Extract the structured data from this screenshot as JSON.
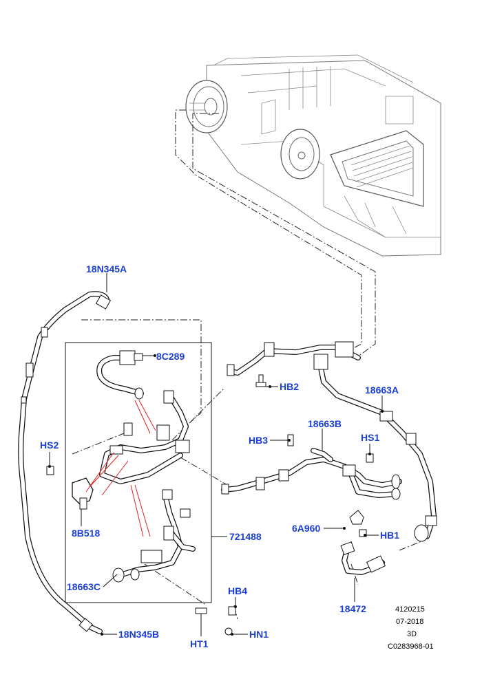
{
  "labels": {
    "p18N345A": "18N345A",
    "p8C289": "8C289",
    "pHB2": "HB2",
    "p18663A": "18663A",
    "p18663B": "18663B",
    "pHB3": "HB3",
    "pHS1": "HS1",
    "pHS2": "HS2",
    "p8B518": "8B518",
    "p721488": "721488",
    "p6A960": "6A960",
    "pHB1": "HB1",
    "p18663C": "18663C",
    "pHB4": "HB4",
    "p18472": "18472",
    "p18N345B": "18N345B",
    "pHN1": "HN1",
    "pHT1": "HT1"
  },
  "meta": {
    "code": "4120215",
    "date": "07-2018",
    "view": "3D",
    "ref": "C0283968-01"
  },
  "colors": {
    "label": "#1a3fd6",
    "callout_red": "#e02020",
    "line": "#111111"
  }
}
